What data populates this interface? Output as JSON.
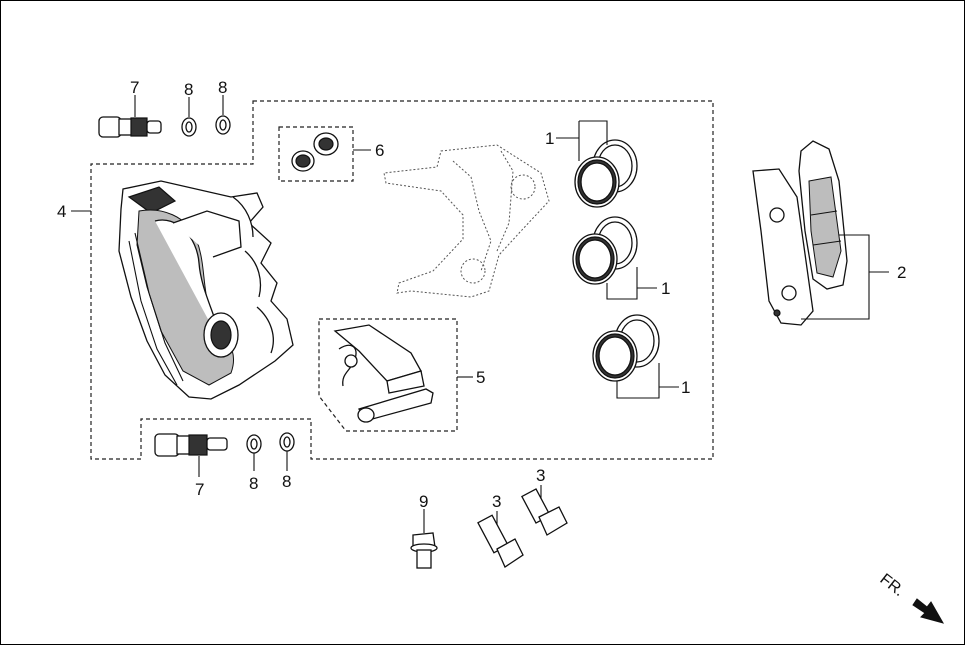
{
  "labels": {
    "l1a": "1",
    "l1b": "1",
    "l1c": "1",
    "l2": "2",
    "l3a": "3",
    "l3b": "3",
    "l4": "4",
    "l5": "5",
    "l6": "6",
    "l7a": "7",
    "l7b": "7",
    "l8a": "8",
    "l8b": "8",
    "l8c": "8",
    "l8d": "8",
    "l9": "9"
  },
  "direction": {
    "text": "FR."
  },
  "colors": {
    "line": "#111111",
    "fill_dark": "#333333",
    "fill_mid": "#bdbdbd",
    "background": "#ffffff"
  }
}
